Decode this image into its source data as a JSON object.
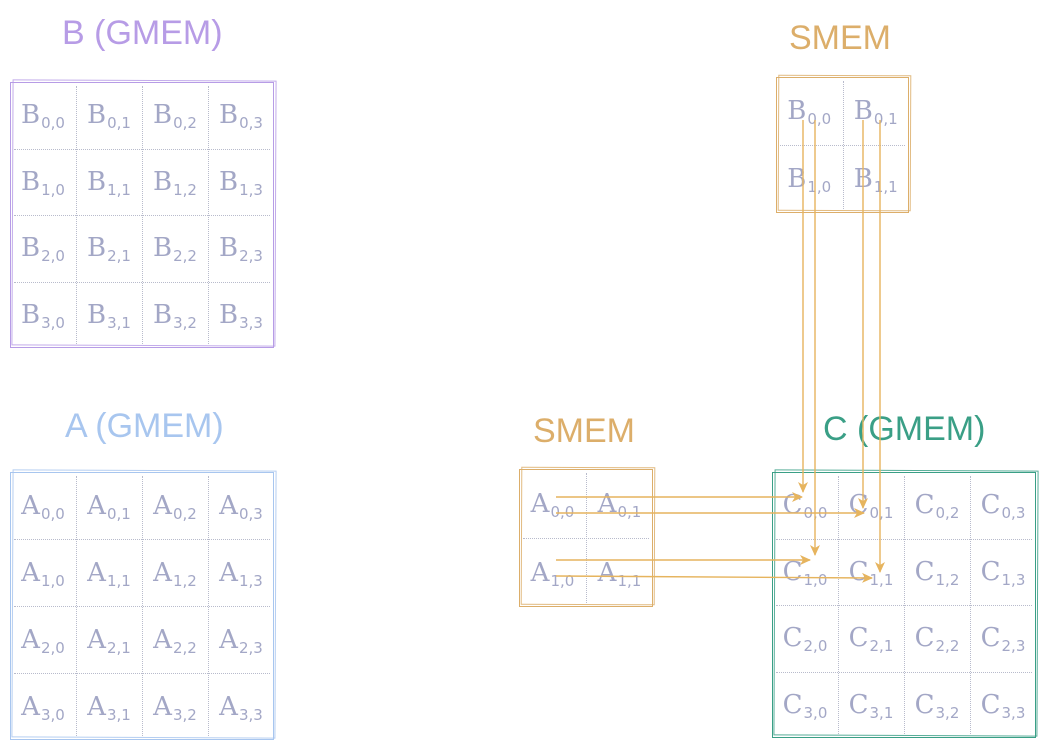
{
  "colors": {
    "b_grid": "#b79ce6",
    "a_grid": "#a8c6ef",
    "c_grid": "#3a9f86",
    "smem": "#dcae6a",
    "cell_text": "#a3a7c6",
    "grid_lines": "#b8bbcc",
    "arrow": "#e6b45e"
  },
  "titles": {
    "b_gmem": "B (GMEM)",
    "a_gmem": "A (GMEM)",
    "c_gmem": "C (GMEM)",
    "smem_b": "SMEM",
    "smem_a": "SMEM"
  },
  "grids": {
    "b_gmem": {
      "letter": "B",
      "cells": [
        [
          "0,0",
          "0,1",
          "0,2",
          "0,3"
        ],
        [
          "1,0",
          "1,1",
          "1,2",
          "1,3"
        ],
        [
          "2,0",
          "2,1",
          "2,2",
          "2,3"
        ],
        [
          "3,0",
          "3,1",
          "3,2",
          "3,3"
        ]
      ]
    },
    "a_gmem": {
      "letter": "A",
      "cells": [
        [
          "0,0",
          "0,1",
          "0,2",
          "0,3"
        ],
        [
          "1,0",
          "1,1",
          "1,2",
          "1,3"
        ],
        [
          "2,0",
          "2,1",
          "2,2",
          "2,3"
        ],
        [
          "3,0",
          "3,1",
          "3,2",
          "3,3"
        ]
      ]
    },
    "c_gmem": {
      "letter": "C",
      "cells": [
        [
          "0,0",
          "0,1",
          "0,2",
          "0,3"
        ],
        [
          "1,0",
          "1,1",
          "1,2",
          "1,3"
        ],
        [
          "2,0",
          "2,1",
          "2,2",
          "2,3"
        ],
        [
          "3,0",
          "3,1",
          "3,2",
          "3,3"
        ]
      ]
    },
    "smem_b": {
      "letter": "B",
      "cells": [
        [
          "0,0",
          "0,1"
        ],
        [
          "1,0",
          "1,1"
        ]
      ]
    },
    "smem_a": {
      "letter": "A",
      "cells": [
        [
          "0,0",
          "0,1"
        ],
        [
          "1,0",
          "1,1"
        ]
      ]
    }
  }
}
